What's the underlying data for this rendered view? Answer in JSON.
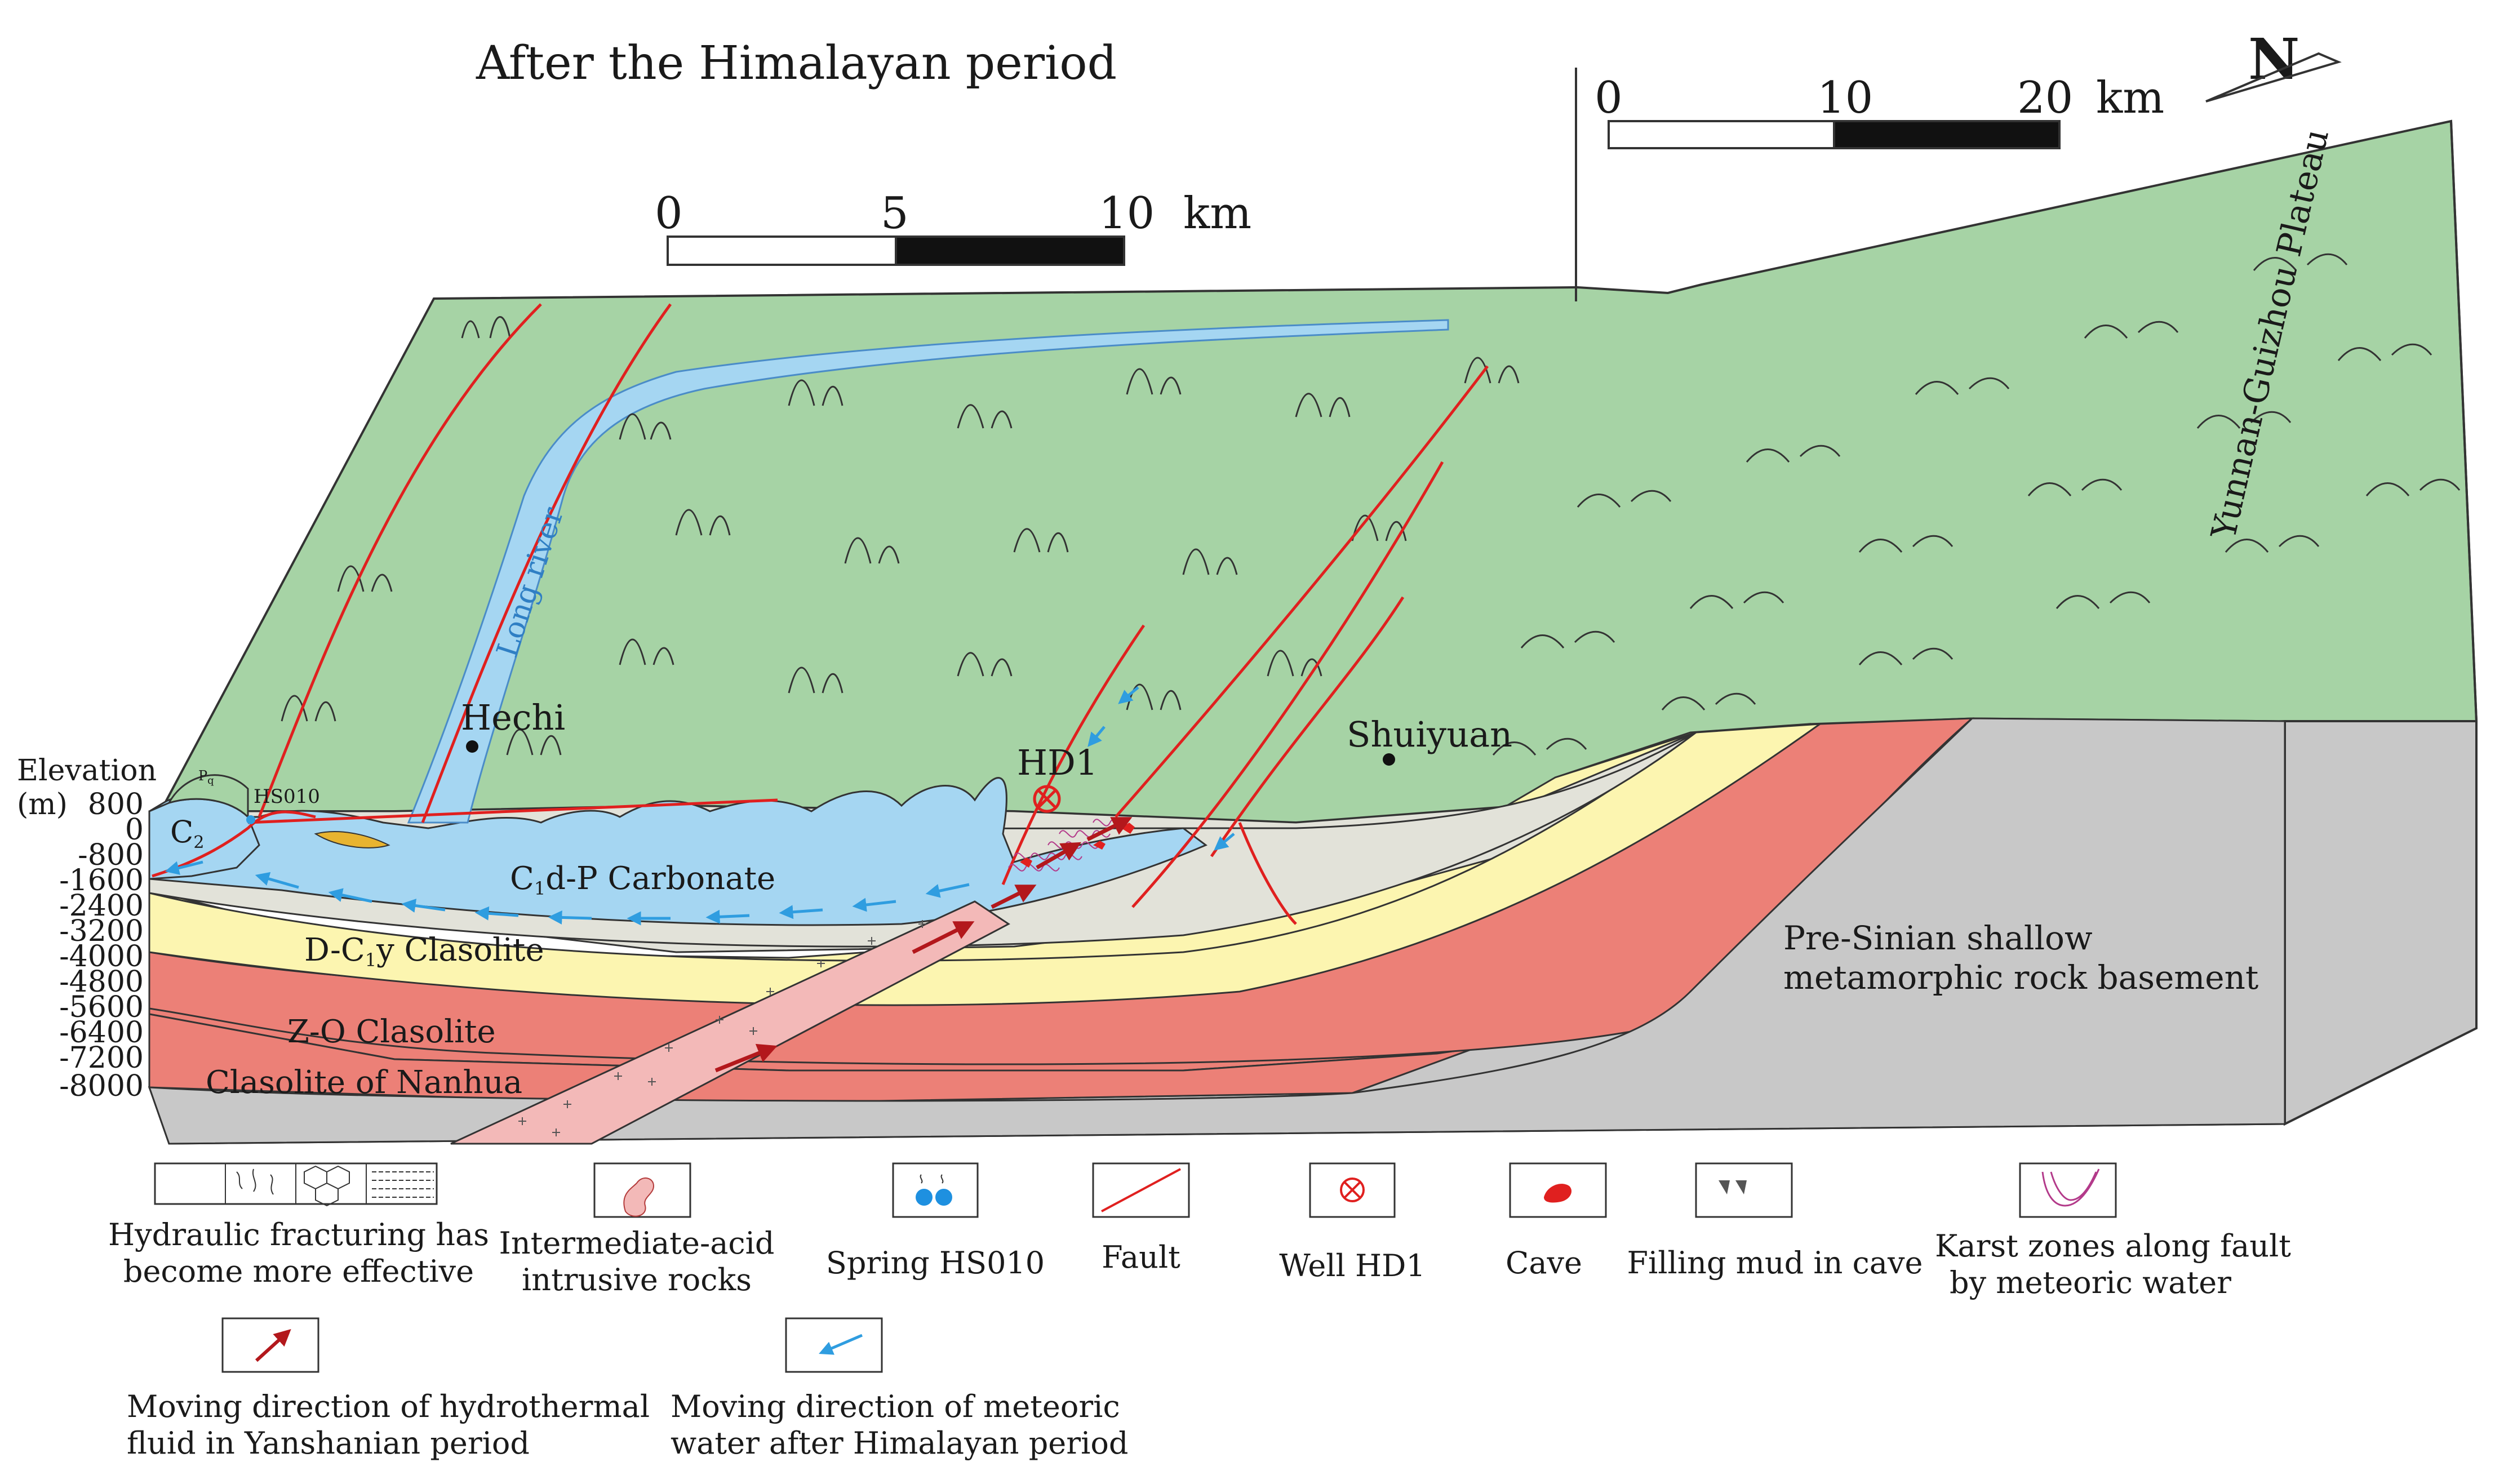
{
  "title": "After the Himalayan period",
  "compass": {
    "label": "N"
  },
  "scale_bar_large": {
    "ticks": [
      "0",
      "10",
      "20"
    ],
    "unit": "km"
  },
  "scale_bar_small": {
    "ticks": [
      "0",
      "5",
      "10"
    ],
    "unit": "km"
  },
  "elevation_axis": {
    "title_line1": "Elevation",
    "title_line2": "(m)",
    "ticks": [
      "800",
      "0",
      "-800",
      "-1600",
      "-2400",
      "-3200",
      "-4000",
      "-4800",
      "-5600",
      "-6400",
      "-7200",
      "-8000"
    ]
  },
  "places": {
    "hechi": "Hechi",
    "shuiyuan": "Shuiyuan",
    "well": "HD1",
    "spring": "HS010",
    "plateau": "Yunnan-Guizhou Plateau",
    "river": "Long river"
  },
  "layers": {
    "c2": "C",
    "c2_sub": "2",
    "pq": "P",
    "pq_sub": "q",
    "carbonate_pre": "C",
    "carbonate_sub": "1",
    "carbonate_post": "d-P Carbonate",
    "dc1y_pre": "D-C",
    "dc1y_sub": "1",
    "dc1y_post": "y Clasolite",
    "zo": "Z-O Clasolite",
    "nanhua": "Clasolite of Nanhua",
    "basement_line1": "Pre-Sinian shallow",
    "basement_line2": "metamorphic rock basement"
  },
  "legend": [
    {
      "icon": "hydraulic-fracturing-icon",
      "line1": "Hydraulic fracturing has",
      "line2": "become more effective"
    },
    {
      "icon": "intrusive-rocks-icon",
      "line1": "Intermediate-acid",
      "line2": "intrusive rocks"
    },
    {
      "icon": "spring-icon",
      "line1": "Spring HS010",
      "line2": ""
    },
    {
      "icon": "fault-icon",
      "line1": "Fault",
      "line2": ""
    },
    {
      "icon": "well-icon",
      "line1": "Well HD1",
      "line2": ""
    },
    {
      "icon": "cave-icon",
      "line1": "Cave",
      "line2": ""
    },
    {
      "icon": "filling-mud-icon",
      "line1": "Filling mud in cave",
      "line2": ""
    },
    {
      "icon": "karst-zone-icon",
      "line1": "Karst zones along fault",
      "line2": "by meteoric water"
    },
    {
      "icon": "hydrothermal-arrow-icon",
      "line1": "Moving direction of hydrothermal",
      "line2": "fluid in Yanshanian period"
    },
    {
      "icon": "meteoric-arrow-icon",
      "line1": "Moving direction of  meteoric",
      "line2": "water after Himalayan period"
    }
  ],
  "colors": {
    "terrain_green": "#a6d3a5",
    "carbonate_blue": "#a5d6f2",
    "clasolite_grey": "#e2e2d9",
    "zo_yellow": "#fcf5b0",
    "nanhua_red": "#ec8077",
    "basement_grey": "#c8c8c8",
    "intrusion_pink": "#f3b9b8",
    "fault_red": "#e0201f",
    "meteoric_blue": "#2f9de0",
    "hydrothermal_red": "#b3181c"
  }
}
